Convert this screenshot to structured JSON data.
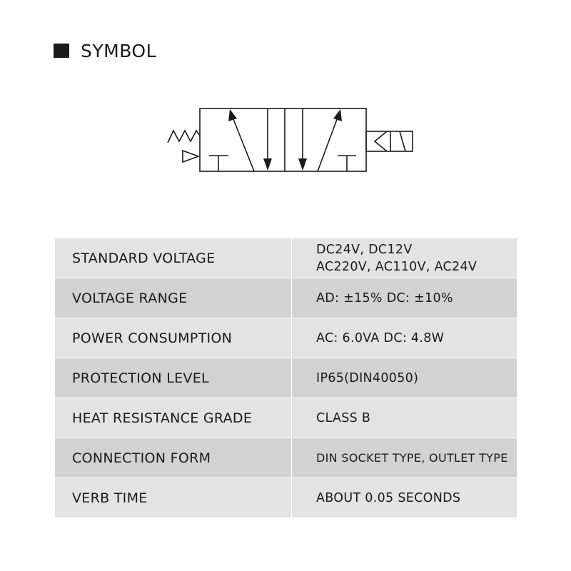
{
  "header": {
    "title": "SYMBOL"
  },
  "specs": [
    {
      "label": "STANDARD VOLTAGE",
      "values": [
        "DC24V, DC12V",
        "AC220V, AC110V, AC24V"
      ]
    },
    {
      "label": "VOLTAGE RANGE",
      "values": [
        "AD: ±15% DC: ±10%"
      ]
    },
    {
      "label": "POWER CONSUMPTION",
      "values": [
        "AC: 6.0VA DC: 4.8W"
      ]
    },
    {
      "label": "PROTECTION LEVEL",
      "values": [
        "IP65(DIN40050)"
      ]
    },
    {
      "label": "HEAT RESISTANCE GRADE",
      "values": [
        "CLASS B"
      ]
    },
    {
      "label": "CONNECTION FORM",
      "values": [
        "DIN SOCKET TYPE, OUTLET TYPE"
      ]
    },
    {
      "label": "VERB TIME",
      "values": [
        "ABOUT 0.05 SECONDS"
      ]
    }
  ],
  "colors": {
    "row_light": "#e3e3e3",
    "row_dark": "#d2d2d2",
    "ink": "#1a1a1a"
  }
}
